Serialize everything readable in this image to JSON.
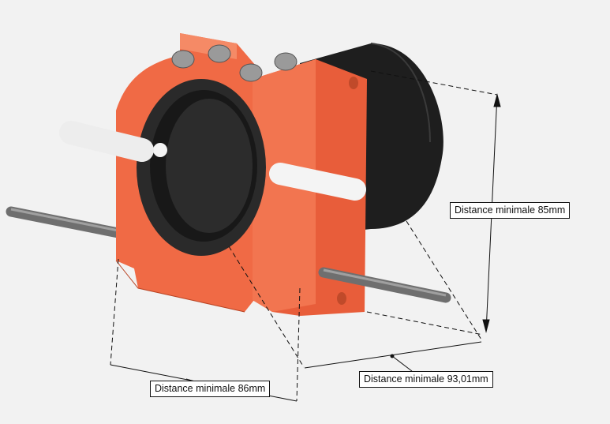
{
  "colors": {
    "background": "#f2f2f2",
    "housing": "#f06a45",
    "housing_dark": "#d9532f",
    "motor": "#1e1e1e",
    "rod": "#7a7a7a",
    "pin": "#f4f4f4"
  },
  "measurements": [
    {
      "label": "Distance minimale 85mm"
    },
    {
      "label": "Distance minimale 93,01mm"
    },
    {
      "label": "Distance minimale 86mm"
    }
  ]
}
